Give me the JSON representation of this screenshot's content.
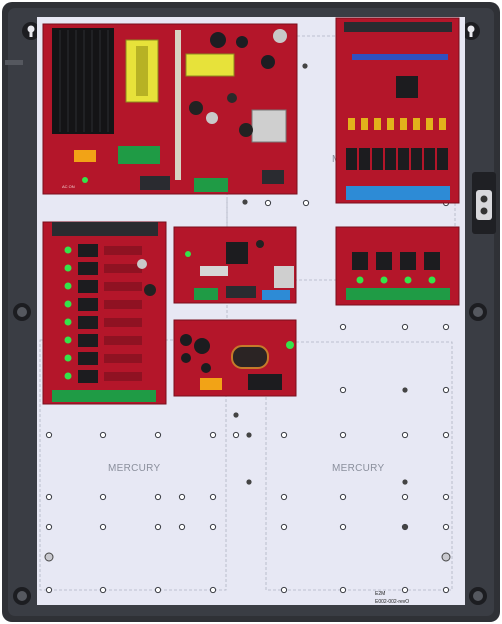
{
  "enclosure": {
    "zone_labels": [
      "MERCURY",
      "MERCURY"
    ],
    "plate_mark": "E2M",
    "part_number": "E002-002-revO",
    "obscured_label": "M"
  },
  "boards": {
    "power_supply": {
      "text": "AC ON"
    },
    "controller": {
      "text": ""
    },
    "relay_left": {
      "text": ""
    },
    "relay_right_top": {
      "text": ""
    },
    "relay_right_small": {
      "text": ""
    },
    "dc_converter": {
      "text": ""
    }
  },
  "colors": {
    "cabinet": "#2f3136",
    "backplate": "#e7e8f4",
    "pcb": "#b4162a",
    "led_green": "#35e34a",
    "terminal_green": "#1f9b45",
    "terminal_blue": "#2d8bd6"
  }
}
